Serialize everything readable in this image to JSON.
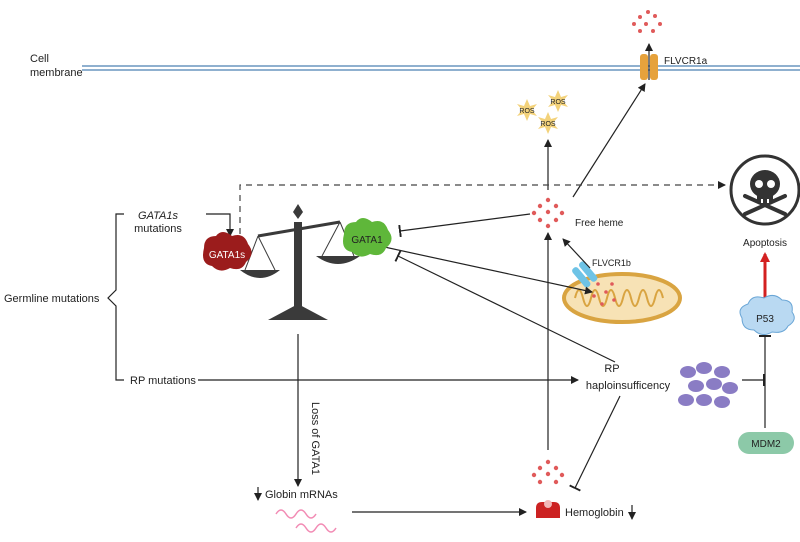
{
  "membrane": {
    "line1": "Cell",
    "line2": "membrane"
  },
  "labels": {
    "gata1s_mut_line1": "GATA1s",
    "gata1s_mut_line2": "mutations",
    "germline": "Germline mutations",
    "rp_mutations": "RP mutations",
    "gata1s_blob": "GATA1s",
    "gata1_blob": "GATA1",
    "free_heme": "Free heme",
    "flvcr1a": "FLVCR1a",
    "flvcr1b": "FLVCR1b",
    "ros": "ROS",
    "apoptosis": "Apoptosis",
    "p53": "P53",
    "mdm2": "MDM2",
    "rp_hap_line1": "RP",
    "rp_hap_line2": "haploinsufficency",
    "loss_gata1": "Loss of GATA1",
    "globin": "Globin mRNAs",
    "hemoglobin": "Hemoglobin"
  },
  "colors": {
    "gata1s": "#9b1c1c",
    "gata1": "#5fb73a",
    "heme": "#e05a5a",
    "p53": "#b9d9f2",
    "mdm2": "#8cc9a8",
    "ribosome": "#8a7cc4",
    "mito": "#d9a441",
    "arrow_red": "#d32020"
  }
}
